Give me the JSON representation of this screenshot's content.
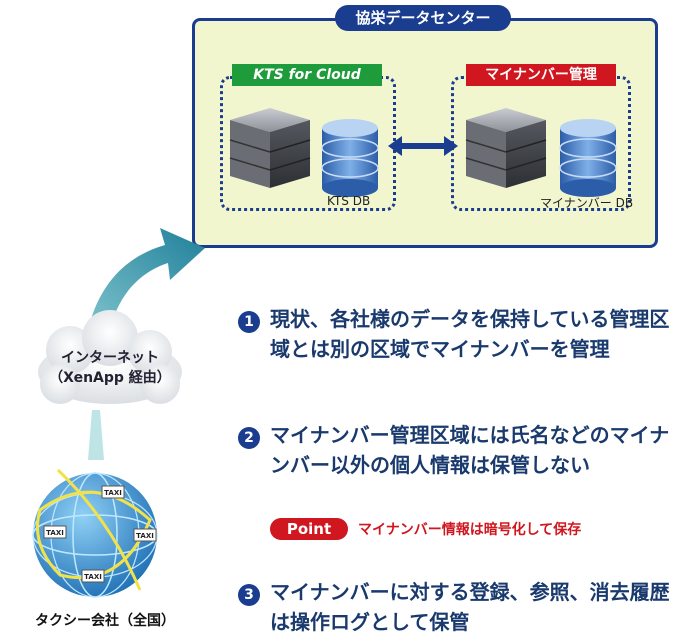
{
  "datacenter": {
    "title": "協栄データセンター",
    "kts_label": "KTS for Cloud",
    "kts_db_label": "KTS DB",
    "mynumber_label": "マイナンバー管理",
    "mynumber_db_label": "マイナンバー DB"
  },
  "cloud": {
    "line1": "インターネット",
    "line2": "（XenApp 経由）"
  },
  "globe": {
    "caption": "タクシー会社（全国）",
    "taxi_label": "TAXI"
  },
  "points": [
    {
      "number": "1",
      "text": "現状、各社様のデータを保持している管理区域とは別の区域でマイナンバーを管理"
    },
    {
      "number": "2",
      "text": "マイナンバー管理区域には氏名などのマイナンバー以外の個人情報は保管しない"
    },
    {
      "number": "3",
      "text": "マイナンバーに対する登録、参照、消去履歴は操作ログとして保管"
    }
  ],
  "point_badge": {
    "label": "Point",
    "text": "マイナンバー情報は暗号化して保存"
  },
  "colors": {
    "navy": "#1a3d8f",
    "green": "#1e9b3a",
    "red": "#d0161f",
    "panel": "#f2f6cf",
    "teal": "#1f8fa6"
  }
}
